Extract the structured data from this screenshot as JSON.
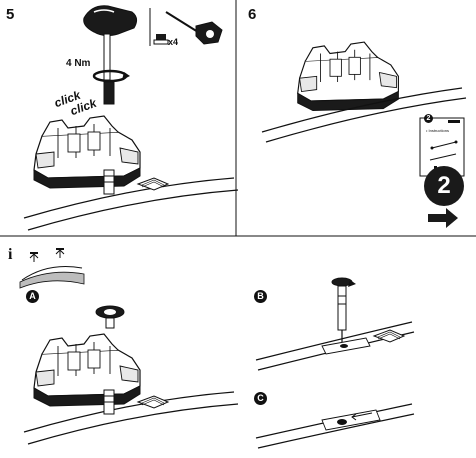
{
  "steps": {
    "five": "5",
    "six": "6"
  },
  "step5": {
    "torque": "4 Nm",
    "click_1": "click",
    "click_2": "click",
    "quantity": "x4"
  },
  "step6": {
    "booklet_heading": "• Instructions",
    "next_step": "2"
  },
  "info": {
    "icon_glyph": "i"
  },
  "variants": {
    "a": "A",
    "b": "B",
    "c": "C"
  },
  "colors": {
    "line": "#111111",
    "foot_fill": "#ffffff",
    "foot_shade": "#e8e8e8",
    "dark": "#1a1a1a",
    "roof_gray": "#bdbdbd",
    "divider": "#111111"
  }
}
